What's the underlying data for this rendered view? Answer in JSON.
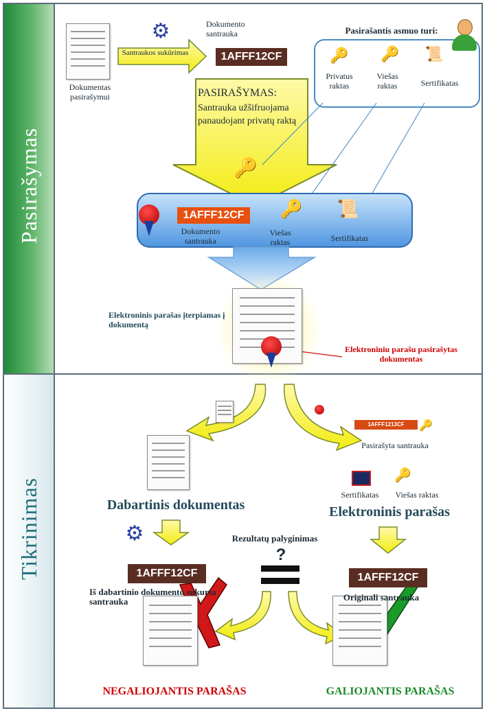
{
  "sections": {
    "top": "Pasirašymas",
    "bottom": "Tikrinimas"
  },
  "signing": {
    "doc_to_sign": "Dokumentas pasirašymui",
    "hash_creation": "Santraukos sukūrimas",
    "doc_hash_title": "Dokumento santrauka",
    "hash_value": "1AFFF12CF",
    "signer_has": "Pasirašantis asmuo turi:",
    "private_key": "Privatus raktas",
    "public_key": "Viešas raktas",
    "certificate": "Sertifikatas",
    "signing_title": "PASIRAŠYMAS:",
    "signing_desc": "Santrauka užšifruojama panaudojant privatų raktą",
    "bar_doc_hash": "Dokumento santrauka",
    "bar_public_key": "Viešas raktas",
    "bar_certificate": "Sertifikatas",
    "embedded": "Elektroninis parašas įterpiamas į dokumentą",
    "signed_doc": "Elektroniniu parašu pasirašytas dokumentas"
  },
  "verification": {
    "signed_hash_value": "1AFFF1213CF",
    "signed_hash": "Pasirašyta santrauka",
    "certificate": "Sertifikatas",
    "public_key": "Viešas raktas",
    "current_doc": "Dabartinis dokumentas",
    "e_signature": "Elektroninis parašas",
    "compare": "Rezultatų palyginimas",
    "question": "?",
    "hash_left": "1AFFF12CF",
    "hash_right": "1AFFF12CF",
    "left_caption": "Iš dabartinio dokumento sukurta santrauka",
    "right_caption": "Originali santrauka",
    "invalid": "NEGALIOJANTIS PARAŠAS",
    "valid": "GALIOJANTIS PARAŠAS"
  },
  "colors": {
    "brown_hash": "#5a2d22",
    "orange_hash": "#e85010",
    "invalid": "#cc0000",
    "valid": "#1a8a2a",
    "arrow_yellow": "#f5f01e"
  }
}
